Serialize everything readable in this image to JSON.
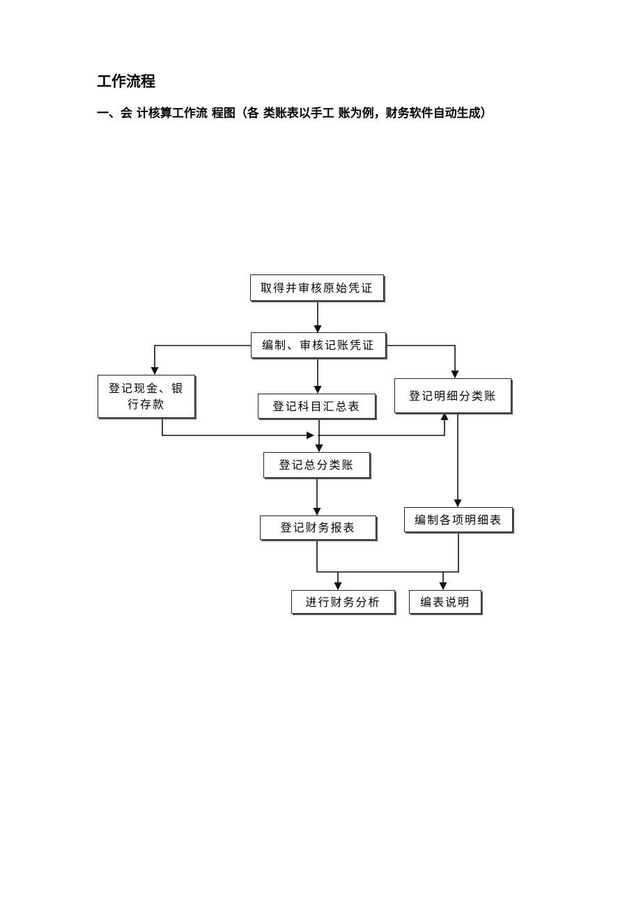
{
  "document": {
    "title": "工作流程",
    "section_heading": "一、会 计核算工作流 程图（各 类账表以手工 账为例，财务软件自动生成）"
  },
  "flowchart": {
    "nodes": {
      "obtain_review": "取得并审核原始凭证",
      "prepare_vouchers": "编制、审核记账凭证",
      "cash_bank": "登记现金、银行存款",
      "subject_summary": "登记科目汇总表",
      "detail_ledger": "登记明细分类账",
      "general_ledger": "登记总分类账",
      "financial_statements": "登记财务报表",
      "detail_statements": "编制各项明细表",
      "financial_analysis": "进行财务分析",
      "statement_notes": "编表说明"
    }
  }
}
